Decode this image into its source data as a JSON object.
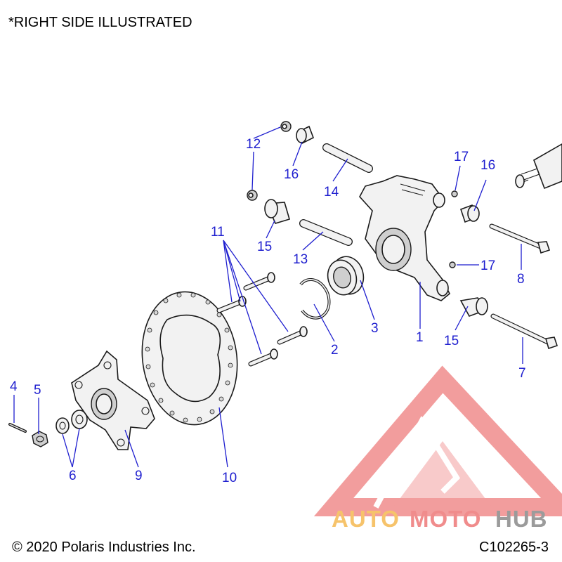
{
  "header": {
    "note": "*RIGHT SIDE ILLUSTRATED"
  },
  "footer": {
    "copyright": "© 2020 Polaris Industries Inc.",
    "figure_code": "C102265-3"
  },
  "callouts": {
    "c1": "1",
    "c2": "2",
    "c3": "3",
    "c4": "4",
    "c5": "5",
    "c6": "6",
    "c7": "7",
    "c8": "8",
    "c9": "9",
    "c10": "10",
    "c11": "11",
    "c12": "12",
    "c13": "13",
    "c14": "14",
    "c15a": "15",
    "c15b": "15",
    "c16a": "16",
    "c16b": "16",
    "c17a": "17",
    "c17b": "17"
  },
  "watermark": {
    "word_auto": "AUTO",
    "word_moto": "MOTO",
    "word_hub": "HUB",
    "colors": {
      "auto": "#f6c36b",
      "moto": "#f08c8c",
      "hub": "#9b9b9b",
      "logo": "#f08c8c"
    }
  },
  "colors": {
    "callout": "#1e1ecf",
    "line_art": "#1a1a1a"
  }
}
